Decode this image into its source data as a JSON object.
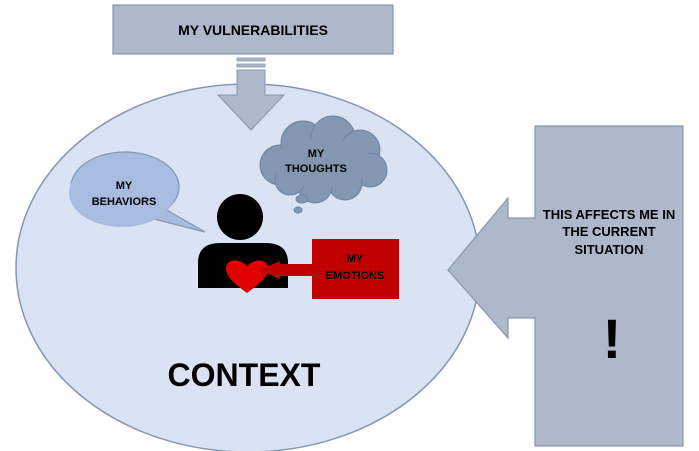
{
  "vulnerabilities": {
    "label": "MY VULNERABILITIES"
  },
  "context": {
    "label": "CONTEXT"
  },
  "thoughts": {
    "line1": "MY",
    "line2": "THOUGHTS"
  },
  "behaviors": {
    "line1": "MY",
    "line2": "BEHAVIORS"
  },
  "emotions": {
    "line1": "MY",
    "line2": "EMOTIONS"
  },
  "affects": {
    "line1": "THIS AFFECTS ME IN",
    "line2": "THE CURRENT",
    "line3": "SITUATION",
    "mark": "!"
  },
  "colors": {
    "box_fill": "#adb9ca",
    "box_stroke": "#8497b0",
    "ellipse_fill": "#dae3f3",
    "ellipse_stroke": "#8497b0",
    "arrow_fill": "#adb9ca",
    "bubble_fill": "#a7bce0",
    "emotions_fill": "#c00000",
    "heart": "#e00000",
    "person": "#000000"
  }
}
